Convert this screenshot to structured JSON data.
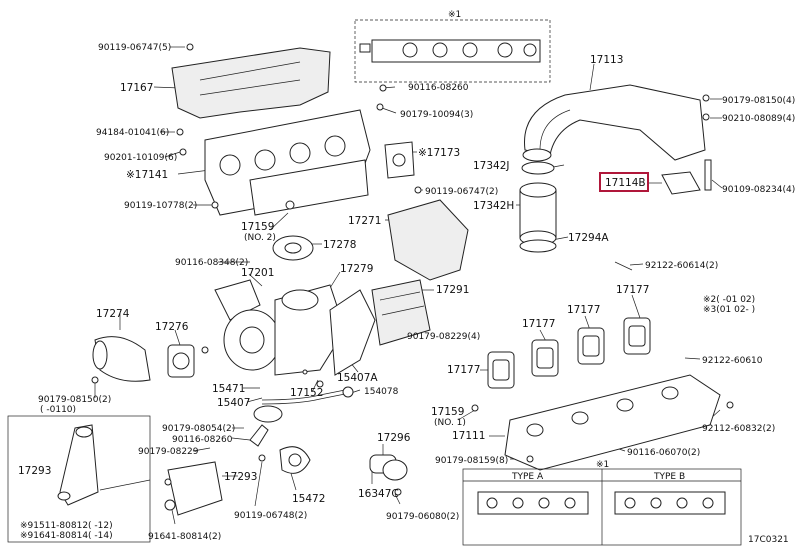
{
  "labels": [
    {
      "id": "l01",
      "text": "90119-06747(5)"
    },
    {
      "id": "l02",
      "text": "17167"
    },
    {
      "id": "l03",
      "text": "94184-01041(6)"
    },
    {
      "id": "l04",
      "text": "90201-10109(6)"
    },
    {
      "id": "l05",
      "text": "※17141"
    },
    {
      "id": "l06",
      "text": "90119-10778(2)"
    },
    {
      "id": "l07",
      "text": "17159"
    },
    {
      "id": "l08",
      "text": "(NO. 2)"
    },
    {
      "id": "l09",
      "text": "17278"
    },
    {
      "id": "l10",
      "text": "90116-08348(2)"
    },
    {
      "id": "l11",
      "text": "17201"
    },
    {
      "id": "l12",
      "text": "17279"
    },
    {
      "id": "l13",
      "text": "17291"
    },
    {
      "id": "l14",
      "text": "17274"
    },
    {
      "id": "l15",
      "text": "17276"
    },
    {
      "id": "l16",
      "text": "90179-08229(4)"
    },
    {
      "id": "l17",
      "text": "90179-08150(2)"
    },
    {
      "id": "l18",
      "text": "(  -0110)"
    },
    {
      "id": "l19",
      "text": "15471"
    },
    {
      "id": "l20",
      "text": "15407"
    },
    {
      "id": "l21",
      "text": "17152"
    },
    {
      "id": "l22",
      "text": "15407A"
    },
    {
      "id": "l23",
      "text": "154078"
    },
    {
      "id": "l24",
      "text": "90179-08054(2)"
    },
    {
      "id": "l25",
      "text": "90116-08260"
    },
    {
      "id": "l26",
      "text": "90179-08229"
    },
    {
      "id": "l27",
      "text": "17293"
    },
    {
      "id": "l28",
      "text": "17293"
    },
    {
      "id": "l29",
      "text": "90119-06748(2)"
    },
    {
      "id": "l30",
      "text": "15472"
    },
    {
      "id": "l31",
      "text": "91641-80814(2)"
    },
    {
      "id": "l32",
      "text": "※91511-80812(  -12)"
    },
    {
      "id": "l33",
      "text": "※91641-80814(  -14)"
    },
    {
      "id": "l34",
      "text": "17296"
    },
    {
      "id": "l35",
      "text": "16347C"
    },
    {
      "id": "l36",
      "text": "90179-06080(2)"
    },
    {
      "id": "l37",
      "text": "※1"
    },
    {
      "id": "l38",
      "text": "90116-08260"
    },
    {
      "id": "l39",
      "text": "90179-10094(3)"
    },
    {
      "id": "l40",
      "text": "※17173"
    },
    {
      "id": "l41",
      "text": "17113"
    },
    {
      "id": "l42",
      "text": "90179-08150(4)"
    },
    {
      "id": "l43",
      "text": "90210-08089(4)"
    },
    {
      "id": "l44",
      "text": "17342J"
    },
    {
      "id": "l45",
      "text": "17342H"
    },
    {
      "id": "l46",
      "text": "90119-06747(2)"
    },
    {
      "id": "l47",
      "text": "17271"
    },
    {
      "id": "l48",
      "text": "17294A"
    },
    {
      "id": "l49",
      "text": "90109-08234(4)"
    },
    {
      "id": "l50",
      "text": "92122-60614(2)"
    },
    {
      "id": "l51",
      "text": "17177"
    },
    {
      "id": "l52",
      "text": "17177"
    },
    {
      "id": "l53",
      "text": "17177"
    },
    {
      "id": "l54",
      "text": "17177"
    },
    {
      "id": "l55",
      "text": "※2(  -01 02)"
    },
    {
      "id": "l56",
      "text": "※3(01 02-  )"
    },
    {
      "id": "l57",
      "text": "92122-60610"
    },
    {
      "id": "l58",
      "text": "17159"
    },
    {
      "id": "l59",
      "text": "(NO. 1)"
    },
    {
      "id": "l60",
      "text": "17111"
    },
    {
      "id": "l61",
      "text": "92112-60832(2)"
    },
    {
      "id": "l62",
      "text": "90116-06070(2)"
    },
    {
      "id": "l63",
      "text": "90179-08159(8)"
    },
    {
      "id": "l64",
      "text": "※1"
    },
    {
      "id": "l65",
      "text": "TYPE A"
    },
    {
      "id": "l66",
      "text": "TYPE B"
    },
    {
      "id": "l67",
      "text": "17C0321"
    }
  ],
  "highlight": {
    "text": "17114B",
    "color": "#b0173a"
  },
  "colors": {
    "line": "#222222",
    "background": "#ffffff"
  }
}
